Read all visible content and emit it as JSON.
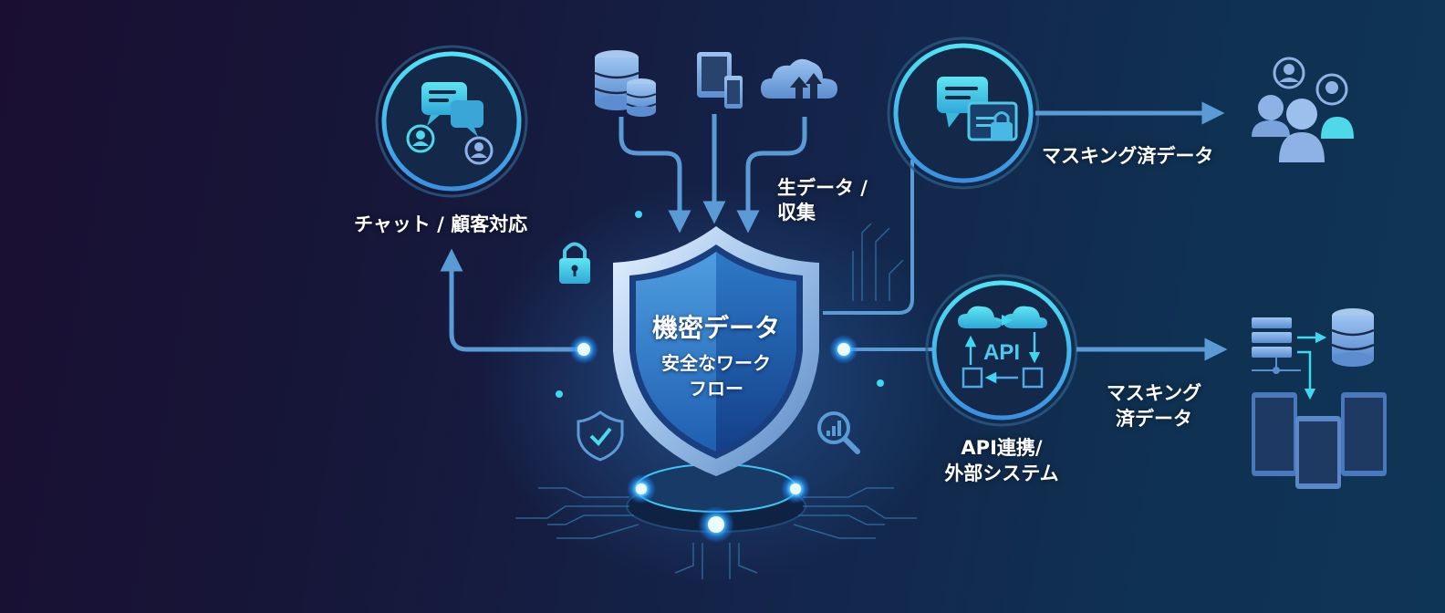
{
  "diagram": {
    "center": {
      "title": "機密データ",
      "subtitle_line1": "安全なワーク",
      "subtitle_line2": "フロー"
    },
    "nodes": {
      "chat": {
        "label": "チャット / 顧客対応",
        "icon": "chat-support-icon"
      },
      "sources": {
        "label_line1": "生データ /",
        "label_line2": "収集",
        "icons": [
          "database-icon",
          "devices-icon",
          "cloud-upload-icon"
        ]
      },
      "masking_top": {
        "icon": "secure-message-icon",
        "label": "マスキング済データ",
        "target_icon": "users-group-icon"
      },
      "api": {
        "icon_text": "API",
        "label_line1": "API連携/",
        "label_line2": "外部システム",
        "out_label_line1": "マスキング",
        "out_label_line2": "済データ",
        "target_icon": "servers-database-icon"
      }
    },
    "decorations": [
      "lock-icon",
      "shield-check-icon",
      "analytics-search-icon",
      "circuit-base"
    ],
    "colors": {
      "accent_cyan": "#3fd8f0",
      "arrow_blue": "#5b9bd5",
      "icon_blue": "#7fa8dc",
      "glow": "#4fc3ff",
      "shield_dark": "#1b4f9c",
      "shield_light": "#3d86d0"
    }
  }
}
